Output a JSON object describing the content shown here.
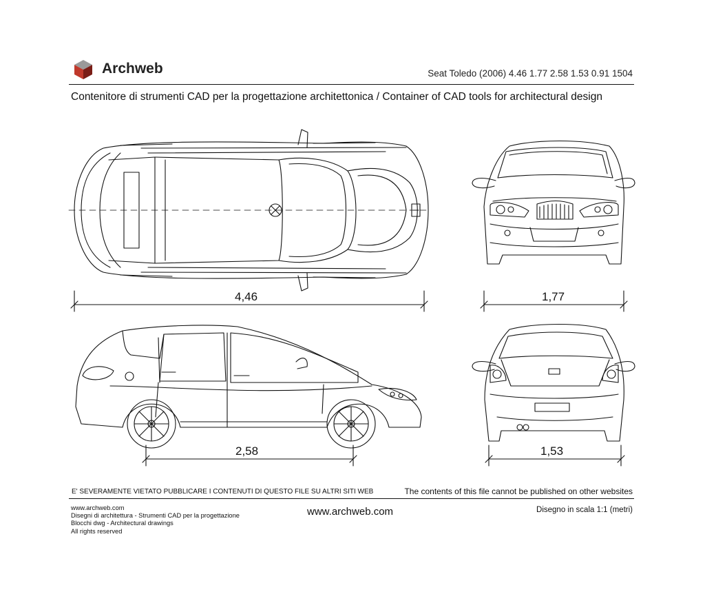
{
  "header": {
    "brand": "Archweb",
    "model_spec": "Seat Toledo (2006) 4.46 1.77 2.58 1.53 0.91 1504",
    "subtitle": "Contenitore di strumenti CAD per la progettazione architettonica  /  Container of CAD tools for architectural design"
  },
  "dimensions": {
    "length": "4,46",
    "width": "1,77",
    "wheelbase": "2,58",
    "track": "1,53"
  },
  "footer": {
    "warning_it": "E' SEVERAMENTE VIETATO PUBBLICARE I CONTENUTI DI QUESTO FILE SU ALTRI SITI WEB",
    "warning_en": "The contents of this file cannot be published on other websites",
    "left_lines": [
      "www.archweb.com",
      "Disegni di architettura - Strumenti CAD  per la progettazione",
      "Blocchi dwg - Architectural drawings",
      "All rights reserved"
    ],
    "url": "www.archweb.com",
    "scale": "Disegno in scala 1:1 (metri)"
  },
  "colors": {
    "logo_top": "#9a9a9a",
    "logo_left": "#c0392b",
    "logo_right": "#7a1d16",
    "line": "#111111"
  }
}
